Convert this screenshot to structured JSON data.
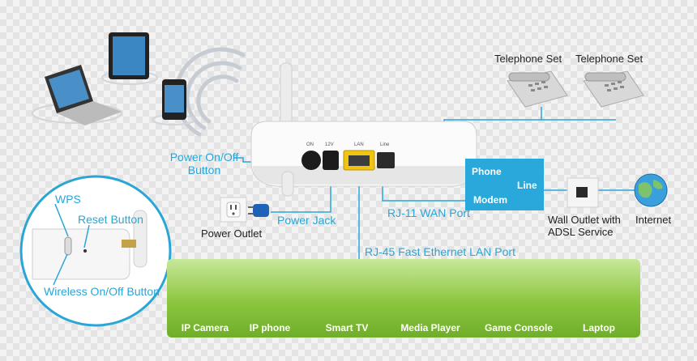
{
  "labels": {
    "power_button": "Power On/Off\nButton",
    "power_jack": "Power Jack",
    "power_outlet": "Power Outlet",
    "rj11": "RJ-11 WAN Port",
    "rj45": "RJ-45 Fast Ethernet LAN Port",
    "telephone_1": "Telephone Set",
    "telephone_2": "Telephone Set",
    "wall_outlet": "Wall Outlet with\nADSL Service",
    "internet": "Internet",
    "wps": "WPS",
    "reset": "Reset Button",
    "wireless": "Wireless On/Off Button"
  },
  "modem": {
    "line1": "Phone",
    "line2": "Line",
    "line3": "Modem"
  },
  "router_ports": {
    "on": "ON",
    "v12": "12V",
    "lan": "LAN",
    "line": "Line"
  },
  "devices": [
    {
      "label": "IP Camera",
      "icon": "ip-camera-icon"
    },
    {
      "label": "IP phone",
      "icon": "ip-phone-icon"
    },
    {
      "label": "Smart TV",
      "icon": "smart-tv-icon"
    },
    {
      "label": "Media Player",
      "icon": "media-player-icon"
    },
    {
      "label": "Game Console",
      "icon": "game-console-icon"
    },
    {
      "label": "Laptop",
      "icon": "laptop-icon"
    }
  ],
  "colors": {
    "accent_blue": "#2aa6d6",
    "modem_blue": "#29a8dc",
    "bar_green": "#8cc63f"
  }
}
